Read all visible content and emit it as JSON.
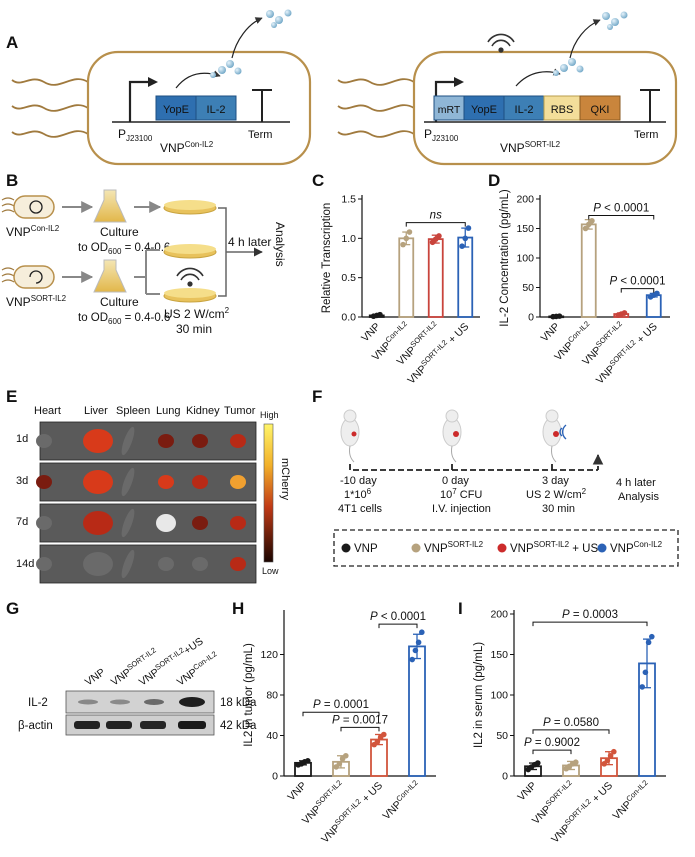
{
  "panels": {
    "A": "A",
    "B": "B",
    "C": "C",
    "D": "D",
    "E": "E",
    "F": "F",
    "G": "G",
    "H": "H",
    "I": "I"
  },
  "panel_a": {
    "left": {
      "promoter_main": "P",
      "promoter_sub": "J23100",
      "genes": [
        "YopE",
        "IL-2"
      ],
      "term": "Term",
      "name_main": "VNP",
      "name_sup": "Con-IL2"
    },
    "right": {
      "promoter_main": "P",
      "promoter_sub": "J23100",
      "genes": [
        "mRT",
        "YopE",
        "IL-2",
        "RBS",
        "QKI"
      ],
      "term": "Term",
      "name_main": "VNP",
      "name_sup": "SORT-IL2"
    }
  },
  "panel_b": {
    "strain1_main": "VNP",
    "strain1_sup": "Con-IL2",
    "strain2_main": "VNP",
    "strain2_sup": "SORT-IL2",
    "culture": "Culture",
    "od_prefix": "to OD",
    "od_sub": "600",
    "od_suffix": " = 0.4-0.6",
    "us_line1": "US 2 W/cm",
    "us_sup": "2",
    "us_line2": "30 min",
    "later": "4 h later",
    "analysis": "Analysis"
  },
  "groups": {
    "vnp": "VNP",
    "con": "VNP",
    "con_sup": "Con-IL2",
    "sort": "VNP",
    "sort_sup": "SORT-IL2",
    "sort_us": "VNP",
    "sort_us_sup": "SORT-IL2",
    "sort_us_suffix": " + US"
  },
  "panel_e": {
    "organs": [
      "Heart",
      "Liver",
      "Spleen",
      "Lung",
      "Kidney",
      "Tumor"
    ],
    "days": [
      "1d",
      "3d",
      "7d",
      "14d"
    ],
    "scale_high": "High",
    "scale_low": "Low",
    "scale_label": "mCherry"
  },
  "panel_f": {
    "steps": [
      {
        "l1": "-10 day",
        "l2": "1*10",
        "l2sup": "6",
        "l3": "4T1 cells"
      },
      {
        "l1": "0 day",
        "l2": "10",
        "l2sup": "7",
        "l2b": " CFU",
        "l3": "I.V. injection"
      },
      {
        "l1": "3 day",
        "l2": "US 2 W/cm",
        "l2sup": "2",
        "l3": "30 min"
      },
      {
        "l1": "4 h later",
        "l2": "Analysis"
      }
    ],
    "legend": [
      {
        "label": "VNP",
        "sup": "",
        "suffix": "",
        "color": "#1a1a1a"
      },
      {
        "label": "VNP",
        "sup": "SORT-IL2",
        "suffix": "",
        "color": "#b6a27e"
      },
      {
        "label": "VNP",
        "sup": "SORT-IL2",
        "suffix": "+ US",
        "color": "#cc2b2b"
      },
      {
        "label": "VNP",
        "sup": "Con-IL2",
        "suffix": "",
        "color": "#2b62b6"
      }
    ]
  },
  "panel_g": {
    "lanes": [
      {
        "main": "VNP",
        "sup": "",
        "suffix": ""
      },
      {
        "main": "VNP",
        "sup": "SORT-IL2",
        "suffix": ""
      },
      {
        "main": "VNP",
        "sup": "SORT-IL2",
        "suffix": "+US"
      },
      {
        "main": "VNP",
        "sup": "Con-IL2",
        "suffix": ""
      }
    ],
    "rows": [
      {
        "label": "IL-2",
        "kda": "18 kDa"
      },
      {
        "label": "β-actin",
        "kda": "42 kDa"
      }
    ]
  },
  "colors": {
    "vnp": "#1a1a1a",
    "con": "#b6a27e",
    "sort": "#c9443c",
    "sort_us": "#2b62b6",
    "sort_us_h": "#d2553c",
    "con_h": "#2b62b6",
    "capsule": "#b8904c",
    "yope": "#2e6fb0",
    "il2": "#3d7fb5",
    "mrt": "#8fb6d6",
    "rbs": "#f3de9a",
    "qki": "#c9853c"
  },
  "chart_data": [
    {
      "id": "C",
      "type": "bar",
      "title": "",
      "ylabel": "Relative Transcription",
      "xlabel": "",
      "categories": [
        "VNP",
        "VNP Con-IL2",
        "VNP SORT-IL2",
        "VNP SORT-IL2 + US"
      ],
      "values": [
        0.02,
        1.0,
        0.99,
        1.01
      ],
      "errors": [
        0.01,
        0.08,
        0.05,
        0.12
      ],
      "points": [
        [
          0.01,
          0.02,
          0.03
        ],
        [
          0.92,
          1.0,
          1.08
        ],
        [
          0.95,
          0.99,
          1.03
        ],
        [
          0.9,
          1.0,
          1.13
        ]
      ],
      "ylim": [
        0,
        1.5
      ],
      "yticks": [
        "0.0",
        "0.5",
        "1.0",
        "1.5"
      ],
      "annotations": [
        {
          "text": "ns",
          "from": 1,
          "to": 3,
          "y": 1.2
        }
      ],
      "grid": false,
      "legend": "none"
    },
    {
      "id": "D",
      "type": "bar",
      "title": "",
      "ylabel": "IL-2 Concentration (pg/mL)",
      "xlabel": "",
      "categories": [
        "VNP",
        "VNP Con-IL2",
        "VNP SORT-IL2",
        "VNP SORT-IL2 + US"
      ],
      "values": [
        1,
        157,
        5,
        37
      ],
      "errors": [
        0.5,
        8,
        2,
        3
      ],
      "points": [
        [
          0.5,
          1,
          1.5
        ],
        [
          150,
          157,
          163
        ],
        [
          3,
          5,
          7
        ],
        [
          34,
          37,
          40
        ]
      ],
      "ylim": [
        0,
        200
      ],
      "yticks": [
        "0",
        "50",
        "100",
        "150",
        "200"
      ],
      "annotations": [
        {
          "text": "P < 0.0001",
          "from": 1,
          "to": 3,
          "y": 172
        },
        {
          "text": "P < 0.0001",
          "from": 2,
          "to": 3,
          "y": 48
        }
      ],
      "grid": false,
      "legend": "none"
    },
    {
      "id": "H",
      "type": "bar",
      "title": "",
      "ylabel": "IL2 in tumor (pg/mL)",
      "xlabel": "",
      "categories": [
        "VNP",
        "VNP SORT-IL2",
        "VNP SORT-IL2 + US",
        "VNP Con-IL2"
      ],
      "values": [
        13,
        14,
        36,
        128
      ],
      "errors": [
        2,
        6,
        5,
        12
      ],
      "points": [
        [
          11,
          12,
          14,
          15
        ],
        [
          9,
          12,
          17,
          20
        ],
        [
          31,
          34,
          38,
          41
        ],
        [
          115,
          124,
          132,
          142
        ]
      ],
      "ylim": [
        0,
        160
      ],
      "yticks": [
        "0",
        "40",
        "80",
        "120"
      ],
      "annotations": [
        {
          "text": "P < 0.0001",
          "from": 2,
          "to": 3,
          "y": 150
        },
        {
          "text": "P = 0.0001",
          "from": 0,
          "to": 2,
          "y": 63
        },
        {
          "text": "P = 0.0017",
          "from": 1,
          "to": 2,
          "y": 48
        }
      ],
      "grid": false,
      "legend": "none"
    },
    {
      "id": "I",
      "type": "bar",
      "title": "",
      "ylabel": "IL2 in serum (pg/mL)",
      "xlabel": "",
      "categories": [
        "VNP",
        "VNP SORT-IL2",
        "VNP SORT-IL2 + US",
        "VNP Con-IL2"
      ],
      "values": [
        12,
        13,
        22,
        139
      ],
      "errors": [
        4,
        5,
        8,
        30
      ],
      "points": [
        [
          8,
          11,
          14,
          16
        ],
        [
          9,
          12,
          15,
          17
        ],
        [
          15,
          19,
          25,
          30
        ],
        [
          110,
          128,
          165,
          172
        ]
      ],
      "ylim": [
        0,
        200
      ],
      "yticks": [
        "0",
        "50",
        "100",
        "150",
        "200"
      ],
      "annotations": [
        {
          "text": "P = 0.0003",
          "from": 0,
          "to": 3,
          "y": 190
        },
        {
          "text": "P = 0.0580",
          "from": 0,
          "to": 2,
          "y": 57
        },
        {
          "text": "P = 0.9002",
          "from": 0,
          "to": 1,
          "y": 32
        }
      ],
      "grid": false,
      "legend": "none"
    }
  ]
}
